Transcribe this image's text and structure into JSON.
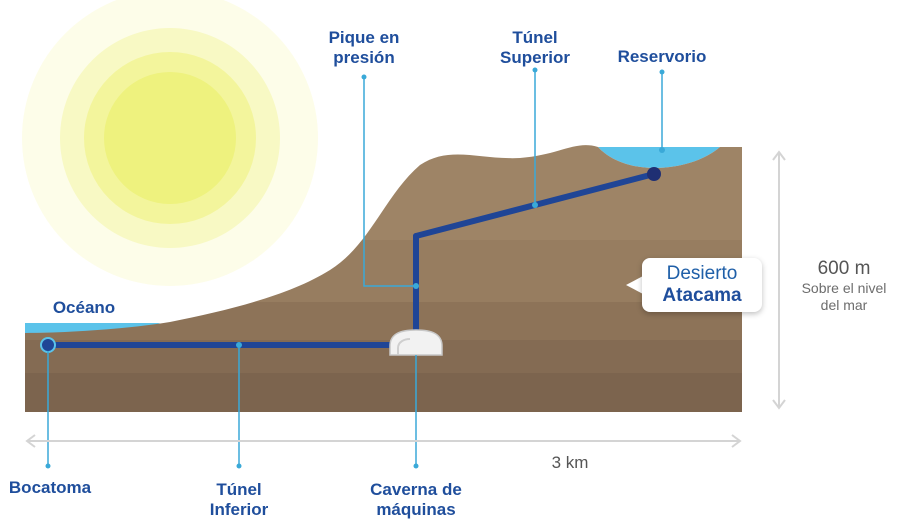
{
  "labels": {
    "oceano": "Océano",
    "pique": [
      "Pique en",
      "presión"
    ],
    "tunel_superior": [
      "Túnel",
      "Superior"
    ],
    "reservorio": "Reservorio",
    "bocatoma": "Bocatoma",
    "tunel_inferior": [
      "Túnel",
      "Inferior"
    ],
    "caverna": [
      "Caverna de",
      "máquinas"
    ]
  },
  "callout": {
    "line1": "Desierto",
    "line2": "Atacama"
  },
  "elevation": {
    "value": "600 m",
    "sub1": "Sobre el nivel",
    "sub2": "del mar"
  },
  "distance": "3 km",
  "colors": {
    "water": "#5bc3ea",
    "pipe": "#1f4596",
    "label": "#1f4e9c",
    "leader": "#3aa9d8",
    "ground_top": "#9e8466",
    "ground_mid": "#8d7358",
    "ground_dark": "#7c644e",
    "sun_core": "#eef27e",
    "sun_glow": "#fbfce0"
  }
}
